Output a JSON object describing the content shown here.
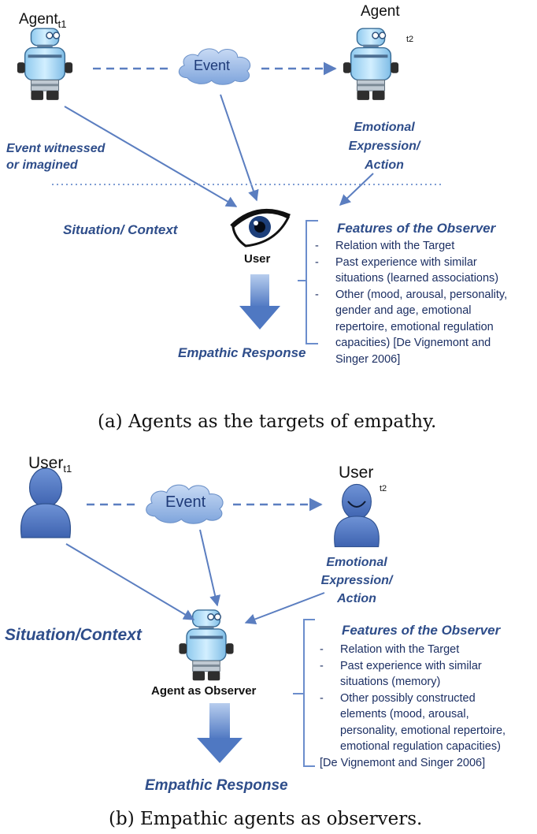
{
  "panel_a": {
    "agent_t1": {
      "label": "Agent",
      "subscript": "t1"
    },
    "agent_t2": {
      "label": "Agent",
      "superscript": "t2"
    },
    "event_label": "Event",
    "event_witnessed": [
      "Event witnessed",
      "or imagined"
    ],
    "emotional_expression": [
      "Emotional",
      "Expression/",
      "Action"
    ],
    "situation_context": "Situation/ Context",
    "observer_label": "User",
    "features_title": "Features of the Observer",
    "features_items": [
      "Relation with the Target",
      "Past experience with similar situations  (learned associations)",
      "Other (mood, arousal, personality, gender and age, emotional repertoire, emotional regulation capacities) [De Vignemont and Singer 2006]"
    ],
    "features_lines": [
      [
        "Relation with the Target"
      ],
      [
        "Past experience with similar",
        "situations  (learned associations)"
      ],
      [
        "Other (mood, arousal, personality,",
        "gender and age, emotional",
        "repertoire, emotional regulation",
        "capacities) [De Vignemont and",
        "Singer 2006]"
      ]
    ],
    "empathic_response": "Empathic Response",
    "caption": "(a) Agents as the targets of empathy."
  },
  "panel_b": {
    "user_t1": {
      "label": "User",
      "subscript": "t1"
    },
    "user_t2": {
      "label": "User",
      "superscript": "t2"
    },
    "event_label": "Event",
    "emotional_expression": [
      "Emotional",
      "Expression/",
      "Action"
    ],
    "situation_context": "Situation/Context",
    "observer_label": "Agent as Observer",
    "features_title": "Features of the Observer",
    "features_items": [
      "Relation with the Target",
      "Past experience with similar situations  (memory)",
      "Other possibly constructed elements (mood, arousal, personality, emotional repertoire, emotional regulation capacities) [De Vignemont and Singer 2006]"
    ],
    "features_lines": [
      [
        "Relation with the Target"
      ],
      [
        "Past experience with similar",
        "situations  (memory)"
      ],
      [
        "Other possibly constructed",
        "elements (mood, arousal,",
        "personality, emotional repertoire,",
        "emotional regulation capacities)"
      ]
    ],
    "features_tail": "[De Vignemont and Singer 2006]",
    "empathic_response": "Empathic Response",
    "caption": "(b) Empathic agents as observers."
  },
  "colors": {
    "arrow": "#5b7ec0",
    "cloud_fill": "#9bbbe6",
    "person_fill": "#5a80c8",
    "italic_text": "#2e4d8a",
    "feature_text": "#1c2f63"
  },
  "icons": [
    "robot-icon",
    "cloud-icon",
    "eye-icon",
    "person-icon",
    "smiling-person-icon",
    "down-arrow-icon",
    "bracket-icon"
  ]
}
